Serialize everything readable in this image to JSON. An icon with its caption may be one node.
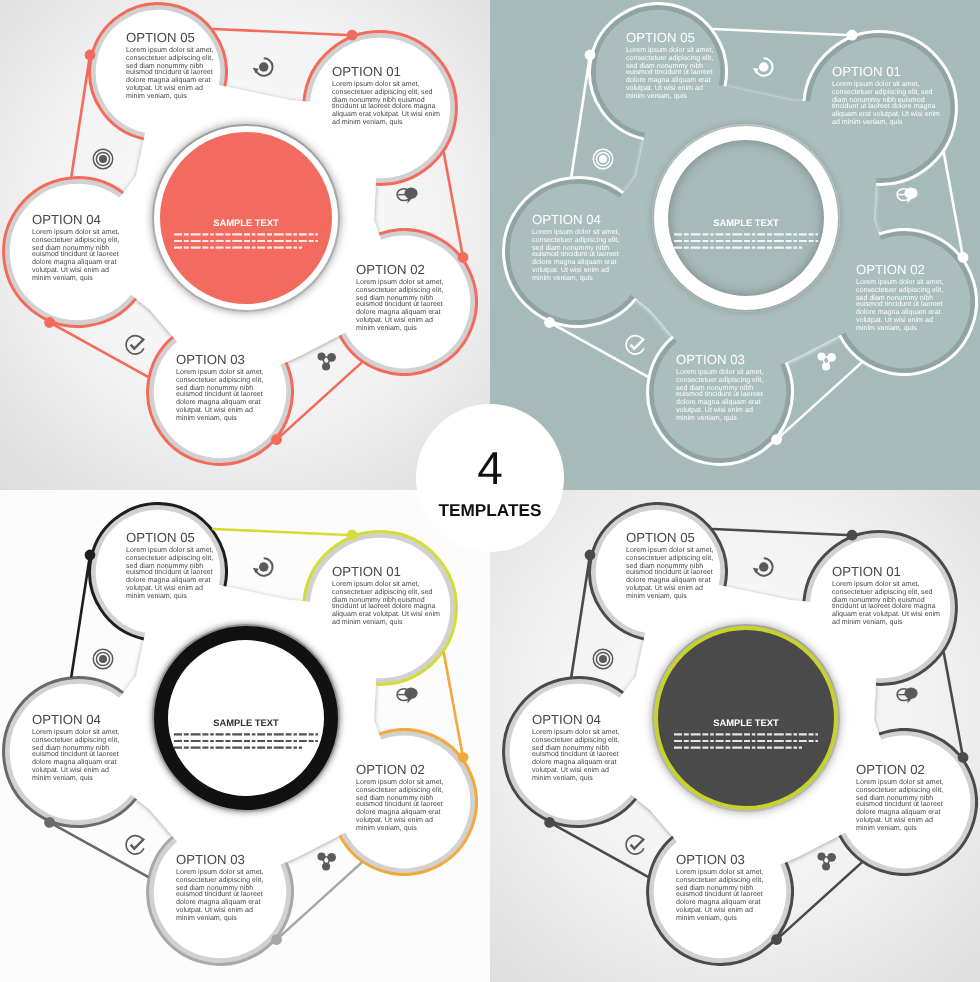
{
  "diagram": {
    "nodes": [
      {
        "text": [
          "OPTION 01",
          "Lorem ipsum dolor sit amet, consectetuer adipiscing elit, sed diam nonummy nibh euismod tincidunt ut laoreet dolore magna aliquam erat volutpat. Ut wisi enim ad minim veniam, quis"
        ]
      },
      {
        "text": [
          "OPTION 02",
          "Lorem ipsum dolor sit amet, consectetuer adipiscing elit, sed diam nonummy nibh euismod tincidunt ut laoreet dolore magna aliquam erat volutpat. Ut wisi enim ad minim veniam, quis"
        ]
      },
      {
        "text": [
          "OPTION 03",
          "Lorem ipsum dolor sit amet, consectetuer adipiscing elit, sed diam nonummy nibh euismod tincidunt ut laoreet dolore magna aliquam erat volutpat. Ut wisi enim ad minim veniam, quis"
        ]
      },
      {
        "text": [
          "OPTION 04",
          "Lorem ipsum dolor sit amet, consectetuer adipiscing elit, sed diam nonummy nibh euismod tincidunt ut laoreet dolore magna aliquam erat volutpat. Ut wisi enim ad minim veniam, quis"
        ]
      },
      {
        "text": [
          "OPTION 05",
          "Lorem ipsum dolor sit amet, consectetuer adipiscing elit, sed diam nonummy nibh euismod tincidunt ut laoreet dolore magna aliquam erat volutpat. Ut wisi enim ad minim veniam, quis"
        ]
      },
      {
        "text": [
          "SAMPLE TEXT"
        ]
      },
      {
        "text": [
          "OPTION 01",
          "Lorem ipsum dolor sit amet, consectetuer adipiscing elit, sed diam nonummy nibh euismod tincidunt ut laoreet dolore magna aliquam erat volutpat. Ut wisi enim ad minim veniam, quis"
        ]
      },
      {
        "text": [
          "OPTION 02",
          "Lorem ipsum dolor sit amet, consectetuer adipiscing elit, sed diam nonummy nibh euismod tincidunt ut laoreet dolore magna aliquam erat volutpat. Ut wisi enim ad minim veniam, quis"
        ]
      },
      {
        "text": [
          "OPTION 03",
          "Lorem ipsum dolor sit amet, consectetuer adipiscing elit, sed diam nonummy nibh euismod tincidunt ut laoreet dolore magna aliquam erat volutpat. Ut wisi enim ad minim veniam, quis"
        ]
      },
      {
        "text": [
          "OPTION 04",
          "Lorem ipsum dolor sit amet, consectetuer adipiscing elit, sed diam nonummy nibh euismod tincidunt ut laoreet dolore magna aliquam erat volutpat. Ut wisi enim ad minim veniam, quis"
        ]
      },
      {
        "text": [
          "OPTION 05",
          "Lorem ipsum dolor sit amet, consectetuer adipiscing elit, sed diam nonummy nibh euismod tincidunt ut laoreet dolore magna aliquam erat volutpat. Ut wisi enim ad minim veniam, quis"
        ]
      },
      {
        "text": [
          "SAMPLE TEXT"
        ]
      },
      {
        "text": [
          "4",
          "TEMPLATES"
        ]
      },
      {
        "text": [
          "OPTION 01",
          "Lorem ipsum dolor sit amet, consectetuer adipiscing elit, sed diam nonummy nibh euismod tincidunt ut laoreet dolore magna aliquam erat volutpat. Ut wisi enim ad minim veniam, quis"
        ]
      },
      {
        "text": [
          "OPTION 02",
          "Lorem ipsum dolor sit amet, consectetuer adipiscing elit, sed diam nonummy nibh euismod tincidunt ut laoreet dolore magna aliquam erat volutpat. Ut wisi enim ad minim veniam, quis"
        ]
      },
      {
        "text": [
          "OPTION 03",
          "Lorem ipsum dolor sit amet, consectetuer adipiscing elit, sed diam nonummy nibh euismod tincidunt ut laoreet dolore magna aliquam erat volutpat. Ut wisi enim ad minim veniam, quis"
        ]
      },
      {
        "text": [
          "OPTION 04",
          "Lorem ipsum dolor sit amet, consectetuer adipiscing elit, sed diam nonummy nibh euismod tincidunt ut laoreet dolore magna aliquam erat volutpat. Ut wisi enim ad minim veniam, quis"
        ]
      },
      {
        "text": [
          "OPTION 05",
          "Lorem ipsum dolor sit amet, consectetuer adipiscing elit, sed diam nonummy nibh euismod tincidunt ut laoreet dolore magna aliquam erat volutpat. Ut wisi enim ad minim veniam, quis"
        ]
      },
      {
        "text": [
          "SAMPLE TEXT"
        ]
      },
      {
        "text": [
          "OPTION 01",
          "Lorem ipsum dolor sit amet, consectetuer adipiscing elit, sed diam nonummy nibh euismod tincidunt ut laoreet dolore magna aliquam erat volutpat. Ut wisi enim ad minim veniam, quis"
        ]
      },
      {
        "text": [
          "OPTION 02",
          "Lorem ipsum dolor sit amet, consectetuer adipiscing elit, sed diam nonummy nibh euismod tincidunt ut laoreet dolore magna aliquam erat volutpat. Ut wisi enim ad minim veniam, quis"
        ]
      },
      {
        "text": [
          "OPTION 03",
          "Lorem ipsum dolor sit amet, consectetuer adipiscing elit, sed diam nonummy nibh euismod tincidunt ut laoreet dolore magna aliquam erat volutpat. Ut wisi enim ad minim veniam, quis"
        ]
      },
      {
        "text": [
          "OPTION 04",
          "Lorem ipsum dolor sit amet, consectetuer adipiscing elit, sed diam nonummy nibh euismod tincidunt ut laoreet dolore magna aliquam erat volutpat. Ut wisi enim ad minim veniam, quis"
        ]
      },
      {
        "text": [
          "OPTION 05",
          "Lorem ipsum dolor sit amet, consectetuer adipiscing elit, sed diam nonummy nibh euismod tincidunt ut laoreet dolore magna aliquam erat volutpat. Ut wisi enim ad minim veniam, quis"
        ]
      },
      {
        "text": [
          "SAMPLE TEXT"
        ]
      }
    ],
    "edges": [
      {
        "from": 0,
        "to": 1,
        "arrow": "other",
        "color": "#f26b5b"
      },
      {
        "from": 1,
        "to": 2,
        "arrow": "other",
        "color": "#f26b5b"
      },
      {
        "from": 2,
        "to": 3,
        "arrow": "other",
        "color": "#f26b5b"
      },
      {
        "from": 3,
        "to": 4,
        "arrow": "other",
        "color": "#f26b5b"
      },
      {
        "from": 4,
        "to": 0,
        "arrow": "other",
        "color": "#f26b5b"
      },
      {
        "from": 6,
        "to": 7,
        "arrow": "other",
        "color": "#ffffff"
      },
      {
        "from": 7,
        "to": 8,
        "arrow": "other",
        "color": "#ffffff"
      },
      {
        "from": 8,
        "to": 9,
        "arrow": "other",
        "color": "#ffffff"
      },
      {
        "from": 9,
        "to": 10,
        "arrow": "other",
        "color": "#ffffff"
      },
      {
        "from": 10,
        "to": 6,
        "arrow": "other",
        "color": "#ffffff"
      },
      {
        "from": 13,
        "to": 14,
        "arrow": "other",
        "color": "#f2a93b"
      },
      {
        "from": 14,
        "to": 15,
        "arrow": "other",
        "color": "#a8a8a8"
      },
      {
        "from": 15,
        "to": 16,
        "arrow": "other",
        "color": "#6a6a6a"
      },
      {
        "from": 16,
        "to": 17,
        "arrow": "other",
        "color": "#1e1e1e"
      },
      {
        "from": 17,
        "to": 13,
        "arrow": "other",
        "color": "#d4dc36"
      },
      {
        "from": 19,
        "to": 20,
        "arrow": "other",
        "color": "#4a4a4a"
      },
      {
        "from": 20,
        "to": 21,
        "arrow": "other",
        "color": "#4a4a4a"
      },
      {
        "from": 21,
        "to": 22,
        "arrow": "other",
        "color": "#4a4a4a"
      },
      {
        "from": 22,
        "to": 23,
        "arrow": "other",
        "color": "#4a4a4a"
      },
      {
        "from": 23,
        "to": 19,
        "arrow": "other",
        "color": "#4a4a4a"
      }
    ]
  }
}
